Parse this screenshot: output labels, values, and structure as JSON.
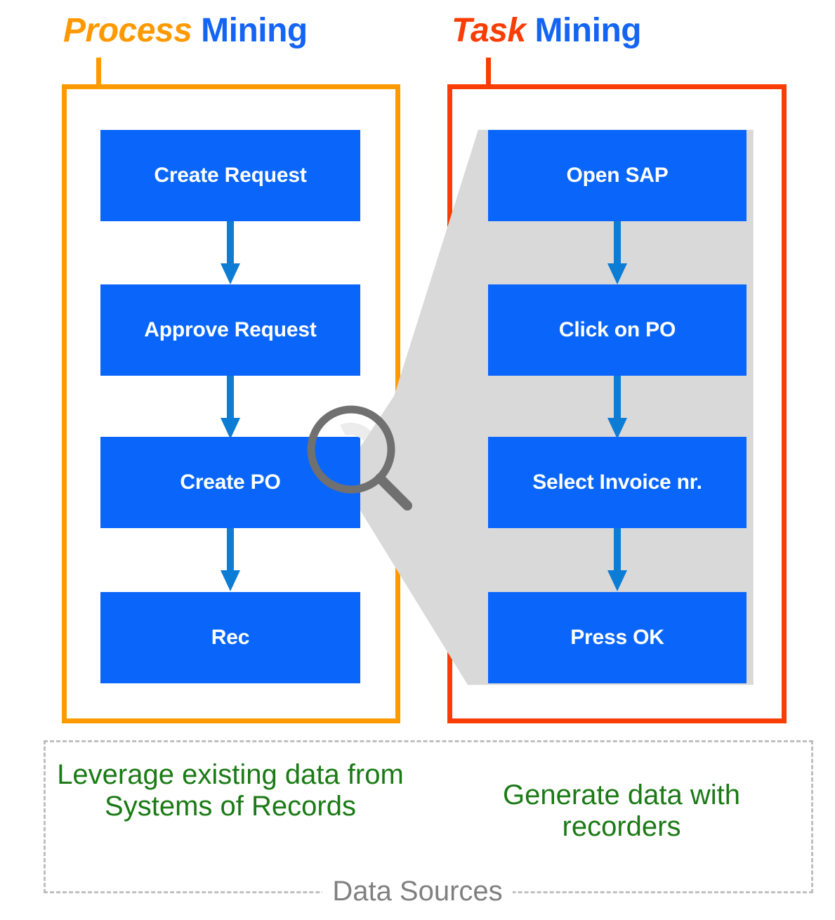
{
  "titles": {
    "process": {
      "accent": "Process",
      "rest": " Mining",
      "accent_color": "#FF9900",
      "rest_color": "#1565F5"
    },
    "task": {
      "accent": "Task",
      "rest": " Mining",
      "accent_color": "#FA3C05",
      "rest_color": "#1565F5"
    }
  },
  "panels": {
    "process": {
      "border_color": "#FF9900"
    },
    "task": {
      "border_color": "#FA3C05"
    }
  },
  "process_flow": {
    "steps": [
      {
        "label": "Create Request"
      },
      {
        "label": "Approve Request"
      },
      {
        "label": "Create PO"
      },
      {
        "label": "Rec"
      }
    ]
  },
  "task_flow": {
    "steps": [
      {
        "label": "Open SAP"
      },
      {
        "label": "Click on PO"
      },
      {
        "label": "Select Invoice nr."
      },
      {
        "label": "Press OK"
      }
    ]
  },
  "colors": {
    "box_fill": "#0A66FB",
    "box_text": "#FFFFFF",
    "arrow": "#0C7CD5",
    "cone": "#D9D9D9",
    "magnifier": "#707070",
    "green_text": "#1B7A15",
    "dashed_border": "#BFBFBF",
    "label_gray": "#808080"
  },
  "magnifier": {
    "name": "magnifying-glass"
  },
  "data_sources": {
    "label": "Data Sources",
    "left_text": "Leverage existing data from Systems of Records",
    "right_text": "Generate data with recorders"
  }
}
